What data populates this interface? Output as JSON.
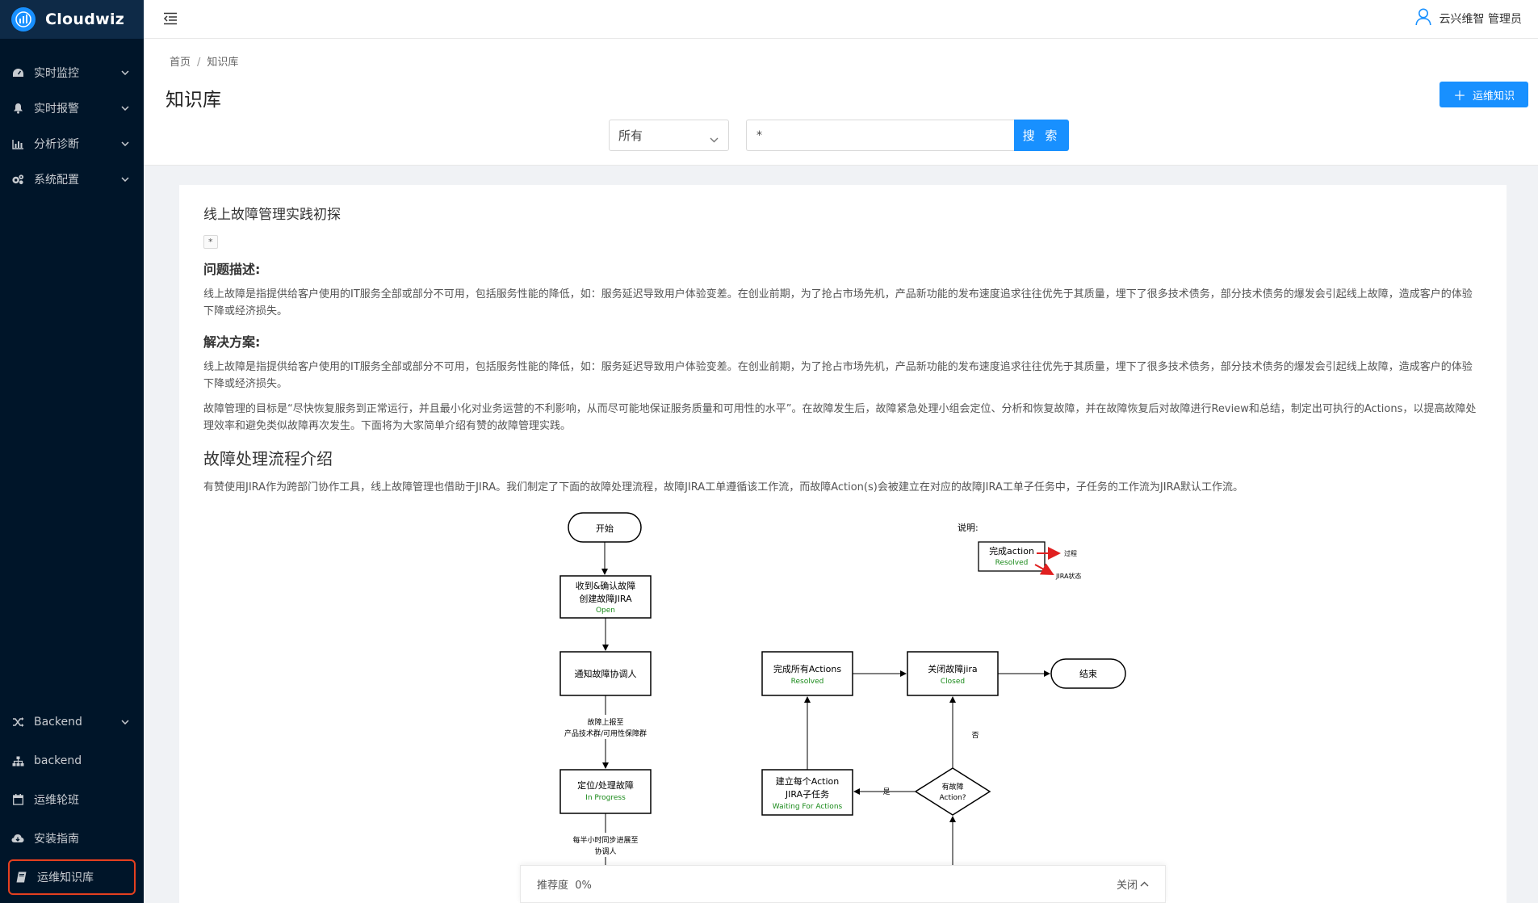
{
  "app": {
    "name": "Cloudwiz"
  },
  "sidebar": {
    "items": [
      {
        "label": "实时监控",
        "icon": "dashboard-icon"
      },
      {
        "label": "实时报警",
        "icon": "bell-icon"
      },
      {
        "label": "分析诊断",
        "icon": "bar-chart-icon"
      },
      {
        "label": "系统配置",
        "icon": "cogs-icon"
      }
    ],
    "bottom_items": [
      {
        "label": "Backend",
        "icon": "shuffle-icon"
      },
      {
        "label": "backend",
        "icon": "sitemap-icon"
      },
      {
        "label": "运维轮班",
        "icon": "calendar-icon"
      },
      {
        "label": "安装指南",
        "icon": "cloud-download-icon"
      },
      {
        "label": "运维知识库",
        "icon": "book-icon"
      }
    ]
  },
  "header": {
    "user": "云兴维智 管理员"
  },
  "breadcrumb": {
    "home": "首页",
    "sep": "/",
    "current": "知识库"
  },
  "page": {
    "title": "知识库",
    "add_button": "运维知识",
    "filter_selected": "所有",
    "search_value": "*",
    "search_button": "搜 索"
  },
  "article": {
    "title": "线上故障管理实践初探",
    "tag": "*",
    "problem_heading": "问题描述:",
    "problem_text": "线上故障是指提供给客户使用的IT服务全部或部分不可用，包括服务性能的降低，如：服务延迟导致用户体验变差。在创业前期，为了抢占市场先机，产品新功能的发布速度追求往往优先于其质量，埋下了很多技术债务，部分技术债务的爆发会引起线上故障，造成客户的体验下降或经济损失。",
    "solution_heading": "解决方案:",
    "solution_text_1": "线上故障是指提供给客户使用的IT服务全部或部分不可用，包括服务性能的降低，如：服务延迟导致用户体验变差。在创业前期，为了抢占市场先机，产品新功能的发布速度追求往往优先于其质量，埋下了很多技术债务，部分技术债务的爆发会引起线上故障，造成客户的体验下降或经济损失。",
    "solution_text_2": "故障管理的目标是“尽快恢复服务到正常运行，并且最小化对业务运营的不利影响，从而尽可能地保证服务质量和可用性的水平”。在故障发生后，故障紧急处理小组会定位、分析和恢复故障，并在故障恢复后对故障进行Review和总结，制定出可执行的Actions，以提高故障处理效率和避免类似故障再次发生。下面将为大家简单介绍有赞的故障管理实践。",
    "flow_heading": "故障处理流程介绍",
    "flow_text": "有赞使用JIRA作为跨部门协作工具，线上故障管理也借助于JIRA。我们制定了下面的故障处理流程，故障JIRA工单遵循该工作流，而故障Action(s)会被建立在对应的故障JIRA工单子任务中，子任务的工作流为JIRA默认工作流。"
  },
  "flowchart": {
    "start": "开始",
    "legend_title": "说明:",
    "legend_node": "完成action",
    "legend_status": "Resolved",
    "legend_process": "过程",
    "legend_jira": "JIRA状态",
    "n1_line1": "收到&确认故障",
    "n1_line2": "创建故障JIRA",
    "n1_status": "Open",
    "n2": "通知故障协调人",
    "e1_line1": "故障上报至",
    "e1_line2": "产品技术群/可用性保障群",
    "n3": "定位/处理故障",
    "n3_status": "In Progress",
    "e2_line1": "每半小时同步进展至",
    "e2_line2": "协调人",
    "n4": "完成所有Actions",
    "n4_status": "Resolved",
    "n5": "关闭故障jira",
    "n5_status": "Closed",
    "end": "结束",
    "n6_line1": "建立每个Action",
    "n6_line2": "JIRA子任务",
    "n6_status": "Waiting For Actions",
    "d1_line1": "有故障",
    "d1_line2": "Action?",
    "yes": "是",
    "no": "否",
    "status_color": "#1a8a1a",
    "legend_arrow_color": "#e02020"
  },
  "rating": {
    "label": "推荐度",
    "value": "0%",
    "close": "关闭"
  },
  "colors": {
    "primary": "#1890ff",
    "sidebar_bg": "#001529",
    "highlight_border": "#e5401f"
  }
}
